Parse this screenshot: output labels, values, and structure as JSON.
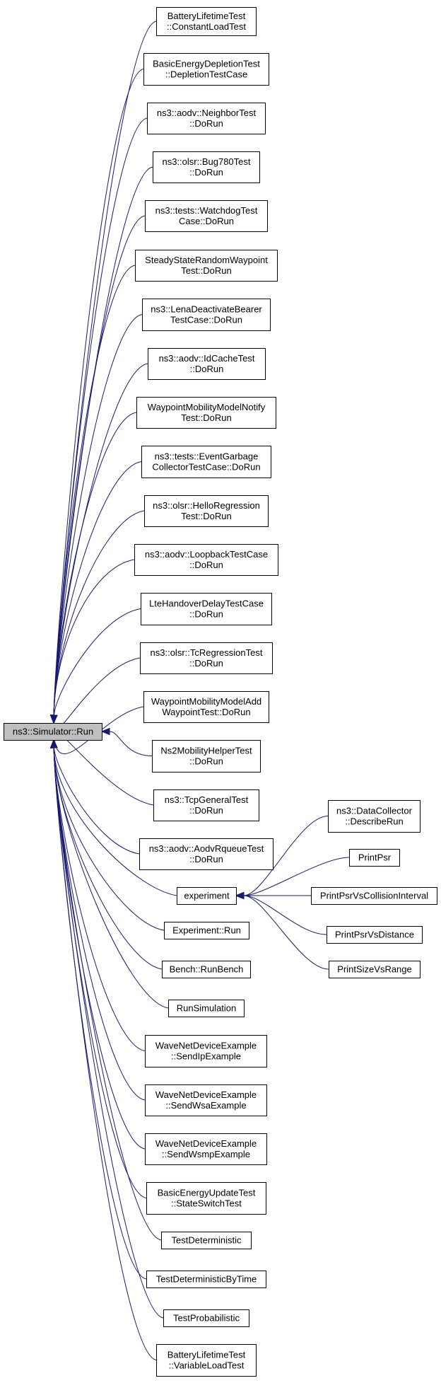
{
  "graph": {
    "edge_color": "#191970",
    "root": {
      "id": "root",
      "lines": [
        "ns3::Simulator::Run"
      ]
    },
    "callers": [
      {
        "id": "battery-constant",
        "lines": [
          "BatteryLifetimeTest",
          "::ConstantLoadTest"
        ]
      },
      {
        "id": "basic-depletion",
        "lines": [
          "BasicEnergyDepletionTest",
          "::DepletionTestCase"
        ]
      },
      {
        "id": "aodv-neighbor",
        "lines": [
          "ns3::aodv::NeighborTest",
          "::DoRun"
        ]
      },
      {
        "id": "olsr-bug780",
        "lines": [
          "ns3::olsr::Bug780Test",
          "::DoRun"
        ]
      },
      {
        "id": "tests-watchdog",
        "lines": [
          "ns3::tests::WatchdogTest",
          "Case::DoRun"
        ]
      },
      {
        "id": "steady-state",
        "lines": [
          "SteadyStateRandomWaypoint",
          "Test::DoRun"
        ]
      },
      {
        "id": "lena-deactivate",
        "lines": [
          "ns3::LenaDeactivateBearer",
          "TestCase::DoRun"
        ]
      },
      {
        "id": "aodv-idcache",
        "lines": [
          "ns3::aodv::IdCacheTest",
          "::DoRun"
        ]
      },
      {
        "id": "waypoint-notify",
        "lines": [
          "WaypointMobilityModelNotify",
          "Test::DoRun"
        ]
      },
      {
        "id": "event-garbage",
        "lines": [
          "ns3::tests::EventGarbage",
          "CollectorTestCase::DoRun"
        ]
      },
      {
        "id": "olsr-hello",
        "lines": [
          "ns3::olsr::HelloRegression",
          "Test::DoRun"
        ]
      },
      {
        "id": "aodv-loopback",
        "lines": [
          "ns3::aodv::LoopbackTestCase",
          "::DoRun"
        ]
      },
      {
        "id": "lte-handover",
        "lines": [
          "LteHandoverDelayTestCase",
          "::DoRun"
        ]
      },
      {
        "id": "olsr-tc",
        "lines": [
          "ns3::olsr::TcRegressionTest",
          "::DoRun"
        ]
      },
      {
        "id": "waypoint-add",
        "lines": [
          "WaypointMobilityModelAdd",
          "WaypointTest::DoRun"
        ]
      },
      {
        "id": "ns2-mobility",
        "lines": [
          "Ns2MobilityHelperTest",
          "::DoRun"
        ]
      },
      {
        "id": "tcp-general",
        "lines": [
          "ns3::TcpGeneralTest",
          "::DoRun"
        ]
      },
      {
        "id": "aodv-rqueue",
        "lines": [
          "ns3::aodv::AodvRqueueTest",
          "::DoRun"
        ]
      },
      {
        "id": "experiment",
        "lines": [
          "experiment"
        ]
      },
      {
        "id": "experiment-run",
        "lines": [
          "Experiment::Run"
        ]
      },
      {
        "id": "bench-run",
        "lines": [
          "Bench::RunBench"
        ]
      },
      {
        "id": "run-simulation",
        "lines": [
          "RunSimulation"
        ]
      },
      {
        "id": "wave-ip",
        "lines": [
          "WaveNetDeviceExample",
          "::SendIpExample"
        ]
      },
      {
        "id": "wave-wsa",
        "lines": [
          "WaveNetDeviceExample",
          "::SendWsaExample"
        ]
      },
      {
        "id": "wave-wsmp",
        "lines": [
          "WaveNetDeviceExample",
          "::SendWsmpExample"
        ]
      },
      {
        "id": "basic-update",
        "lines": [
          "BasicEnergyUpdateTest",
          "::StateSwitchTest"
        ]
      },
      {
        "id": "test-deterministic",
        "lines": [
          "TestDeterministic"
        ]
      },
      {
        "id": "test-det-time",
        "lines": [
          "TestDeterministicByTime"
        ]
      },
      {
        "id": "test-probabilistic",
        "lines": [
          "TestProbabilistic"
        ]
      },
      {
        "id": "battery-variable",
        "lines": [
          "BatteryLifetimeTest",
          "::VariableLoadTest"
        ]
      }
    ],
    "experiment_callers": [
      {
        "id": "datacollector",
        "lines": [
          "ns3::DataCollector",
          "::DescribeRun"
        ]
      },
      {
        "id": "printpsr",
        "lines": [
          "PrintPsr"
        ]
      },
      {
        "id": "printpsr-collision",
        "lines": [
          "PrintPsrVsCollisionInterval"
        ]
      },
      {
        "id": "printpsr-distance",
        "lines": [
          "PrintPsrVsDistance"
        ]
      },
      {
        "id": "printsize-range",
        "lines": [
          "PrintSizeVsRange"
        ]
      }
    ]
  }
}
